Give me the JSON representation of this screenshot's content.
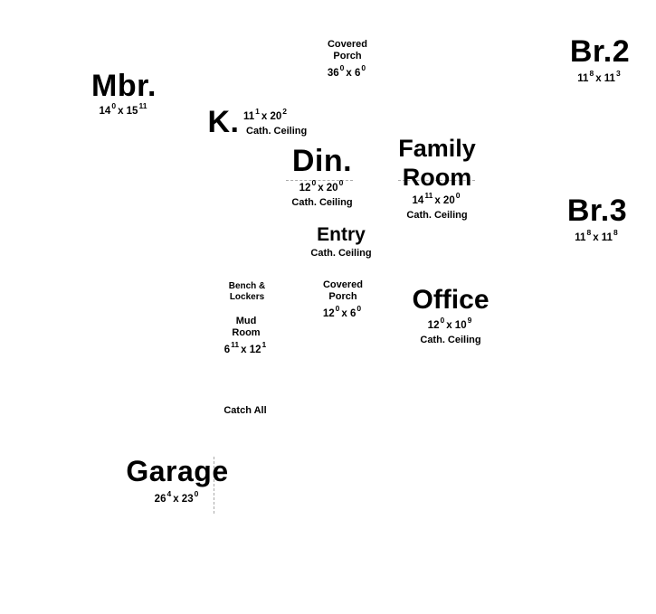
{
  "rooms": {
    "porch_top": {
      "name_line1": "Covered",
      "name_line2": "Porch",
      "w": "36",
      "w_in": "0",
      "l": "6",
      "l_in": "0"
    },
    "br2": {
      "name": "Br.2",
      "w": "11",
      "w_in": "8",
      "l": "11",
      "l_in": "3"
    },
    "mbr": {
      "name": "Mbr.",
      "w": "14",
      "w_in": "0",
      "l": "15",
      "l_in": "11"
    },
    "kitchen": {
      "name": "K.",
      "w": "11",
      "w_in": "1",
      "l": "20",
      "l_in": "2",
      "note": "Cath. Ceiling"
    },
    "dining": {
      "name": "Din.",
      "w": "12",
      "w_in": "0",
      "l": "20",
      "l_in": "0",
      "note": "Cath. Ceiling"
    },
    "family": {
      "name_line1": "Family",
      "name_line2": "Room",
      "w": "14",
      "w_in": "11",
      "l": "20",
      "l_in": "0",
      "note": "Cath. Ceiling"
    },
    "br3": {
      "name": "Br.3",
      "w": "11",
      "w_in": "8",
      "l": "11",
      "l_in": "8"
    },
    "entry": {
      "name": "Entry",
      "note": "Cath. Ceiling"
    },
    "bench": {
      "name_line1": "Bench &",
      "name_line2": "Lockers"
    },
    "porch_mid": {
      "name_line1": "Covered",
      "name_line2": "Porch",
      "w": "12",
      "w_in": "0",
      "l": "6",
      "l_in": "0"
    },
    "office": {
      "name": "Office",
      "w": "12",
      "w_in": "0",
      "l": "10",
      "l_in": "9",
      "note": "Cath. Ceiling"
    },
    "mud": {
      "name_line1": "Mud",
      "name_line2": "Room",
      "w": "6",
      "w_in": "11",
      "l": "12",
      "l_in": "1"
    },
    "catch_all": {
      "name": "Catch All"
    },
    "garage": {
      "name": "Garage",
      "w": "26",
      "w_in": "4",
      "l": "23",
      "l_in": "0"
    }
  }
}
